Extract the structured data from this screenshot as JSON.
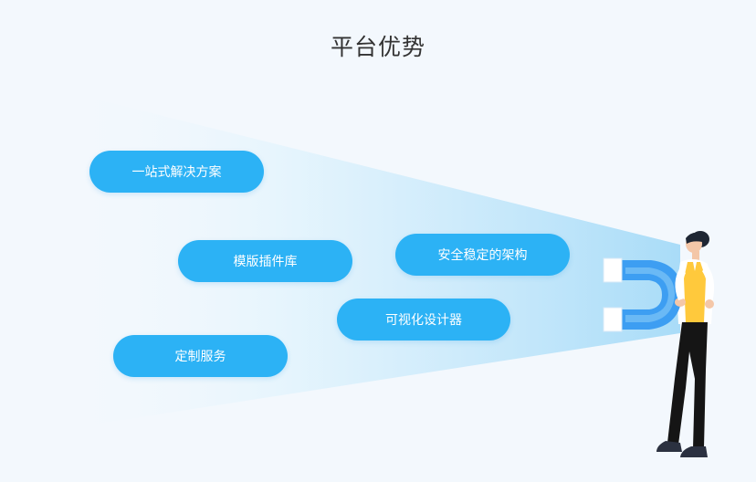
{
  "header": {
    "title": "平台优势"
  },
  "features": [
    {
      "label": "一站式解决方案"
    },
    {
      "label": "模版插件库"
    },
    {
      "label": "安全稳定的架构"
    },
    {
      "label": "可视化设计器"
    },
    {
      "label": "定制服务"
    }
  ],
  "illustration": {
    "icon": "person-with-magnet-icon"
  },
  "colors": {
    "accent": "#2cb2f5",
    "background": "#f3f8fd",
    "beam": "#bfe7fb",
    "shirt": "#ffc93c",
    "magnet": "#3d9ef2"
  }
}
